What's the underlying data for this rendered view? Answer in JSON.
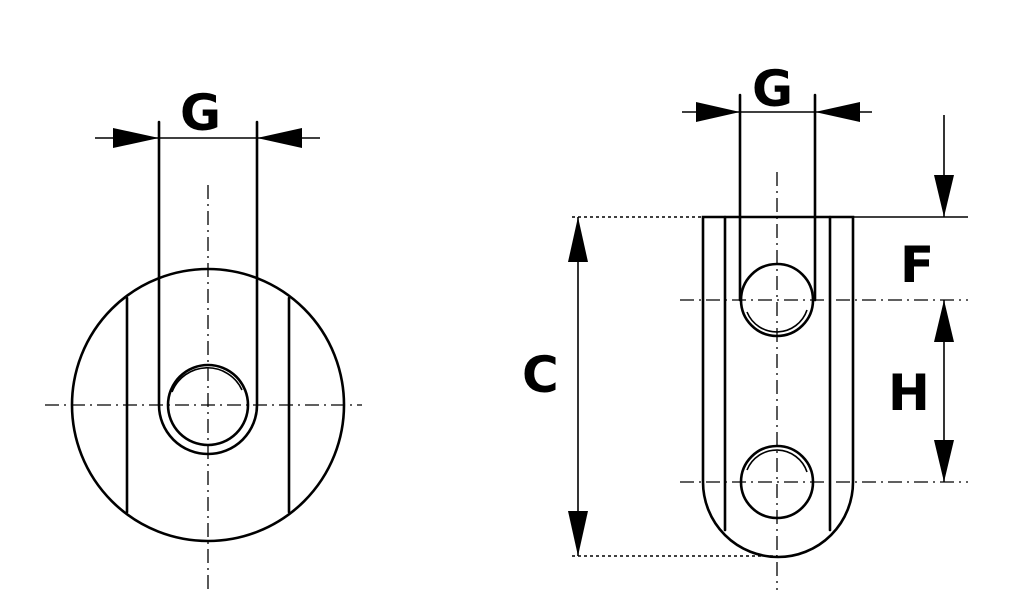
{
  "labels": {
    "left_g": "G",
    "right_g": "G",
    "c": "C",
    "f": "F",
    "h": "H"
  },
  "colors": {
    "ink": "#000000",
    "paper": "#ffffff"
  }
}
